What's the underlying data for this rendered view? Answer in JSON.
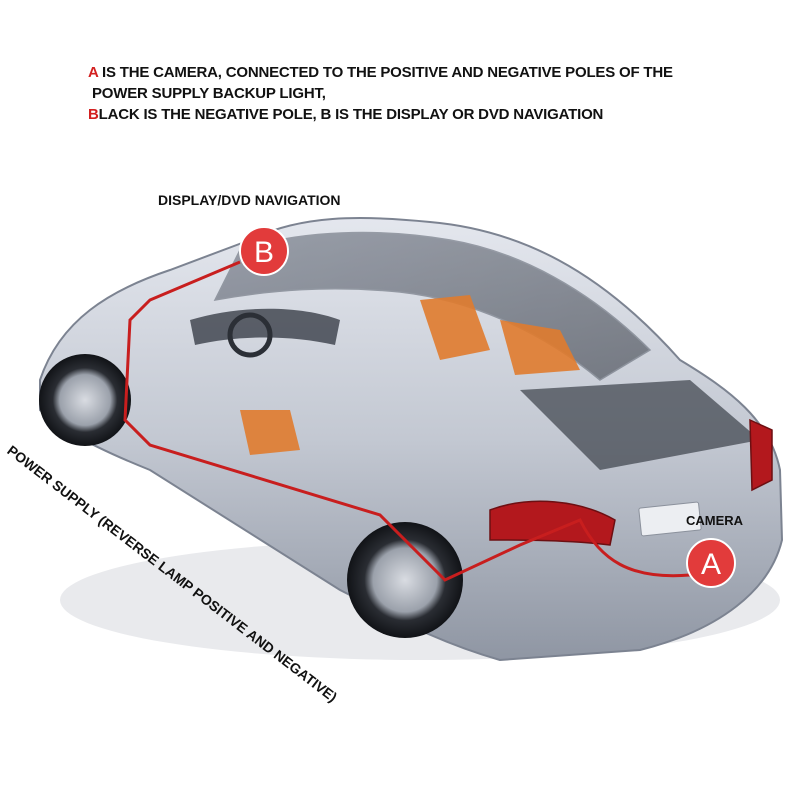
{
  "headline": {
    "line1_letter": "A",
    "line1_text": " IS THE CAMERA, CONNECTED TO THE POSITIVE AND NEGATIVE POLES OF THE",
    "line2_text": "POWER SUPPLY BACKUP LIGHT,",
    "line3_letter": "B",
    "line3_text": "LACK IS THE NEGATIVE POLE, B IS THE DISPLAY OR DVD NAVIGATION"
  },
  "labels": {
    "display": "DISPLAY/DVD NAVIGATION",
    "camera": "CAMERA",
    "power": "POWER SUPPLY (REVERSE LAMP POSITIVE AND NEGATIVE)"
  },
  "markers": {
    "b": "B",
    "a": "A"
  },
  "colors": {
    "accent_red": "#d32020",
    "marker_fill": "#e23b3b",
    "wire": "#c81e1e",
    "car_body": "#c7cbd4"
  }
}
